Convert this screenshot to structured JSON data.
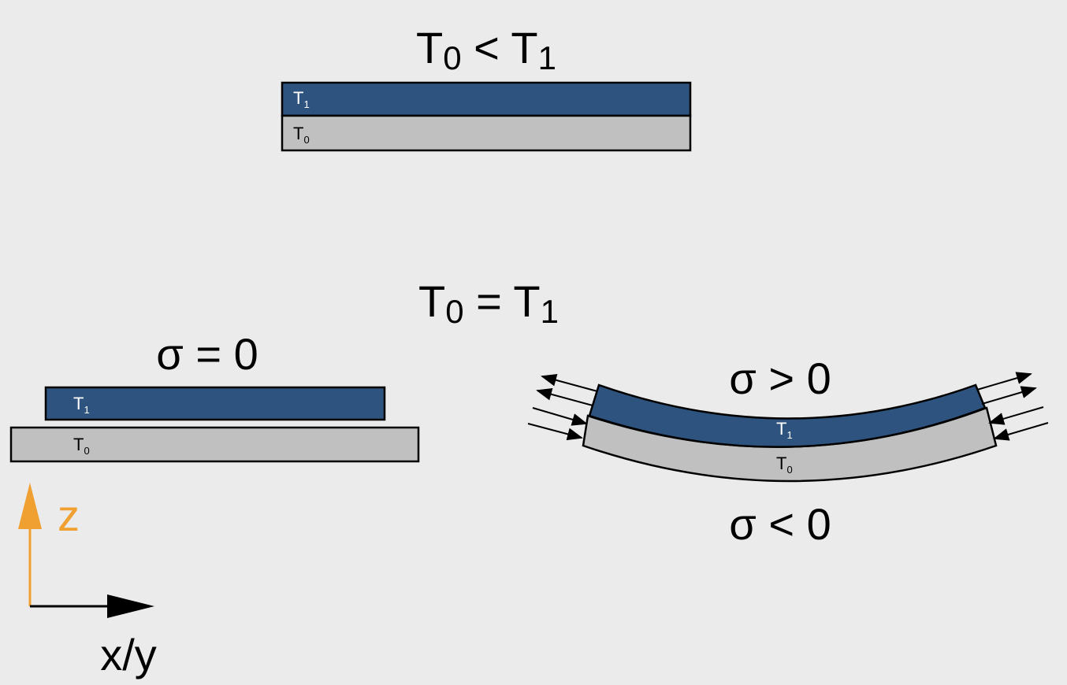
{
  "colors": {
    "background": "#ebebeb",
    "top_layer": "#2f537f",
    "bottom_layer": "#c0c0c0",
    "outline": "#000000",
    "z_axis": "#f0a030",
    "xy_axis": "#000000"
  },
  "top_panel": {
    "condition": {
      "base": "T",
      "sub1": "0",
      "op": " < ",
      "base2": "T",
      "sub2": "1"
    },
    "top_layer_label": {
      "base": "T",
      "sub": "1"
    },
    "bottom_layer_label": {
      "base": "T",
      "sub": "0"
    }
  },
  "lower_panel": {
    "condition": {
      "base": "T",
      "sub1": "0",
      "op": " = ",
      "base2": "T",
      "sub2": "1"
    }
  },
  "flat_panel": {
    "stress_label": "σ = 0",
    "top_layer_label": {
      "base": "T",
      "sub": "1"
    },
    "bottom_layer_label": {
      "base": "T",
      "sub": "0"
    }
  },
  "bent_panel": {
    "stress_top_label": "σ > 0",
    "stress_bottom_label": "σ < 0",
    "top_layer_label": {
      "base": "T",
      "sub": "1"
    },
    "bottom_layer_label": {
      "base": "T",
      "sub": "0"
    }
  },
  "axes": {
    "z_label": "z",
    "xy_label": "x/y"
  }
}
